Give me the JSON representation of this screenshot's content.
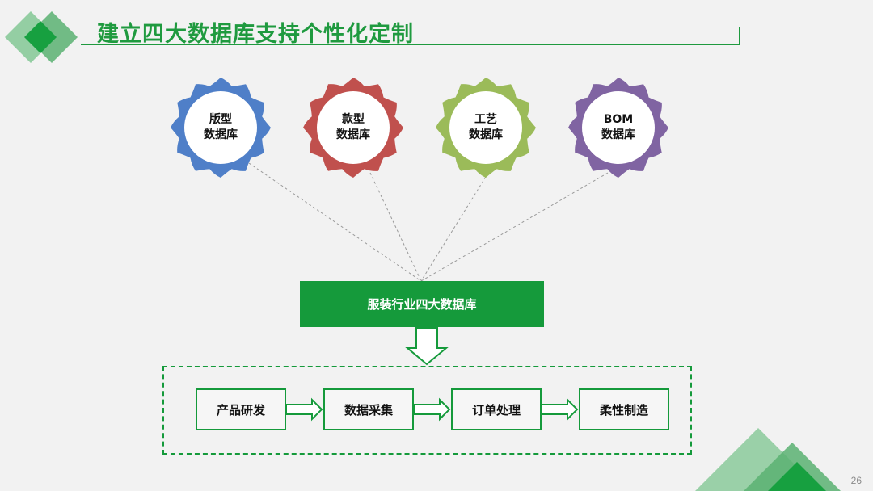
{
  "title": "建立四大数据库支持个性化定制",
  "colors": {
    "accent": "#1f9a3f",
    "box_fill": "#159a3b",
    "blue": "#4f7fc8",
    "red": "#c0504d",
    "green": "#9bbb59",
    "purple": "#8064a2"
  },
  "databases": [
    {
      "line1": "版型",
      "line2": "数据库",
      "color": "#4f7fc8"
    },
    {
      "line1": "款型",
      "line2": "数据库",
      "color": "#c0504d"
    },
    {
      "line1": "工艺",
      "line2": "数据库",
      "color": "#9bbb59"
    },
    {
      "line1": "BOM",
      "line2": "数据库",
      "color": "#8064a2"
    }
  ],
  "central_box": "服装行业四大数据库",
  "steps": [
    "产品研发",
    "数据采集",
    "订单处理",
    "柔性制造"
  ],
  "page_number": "26"
}
